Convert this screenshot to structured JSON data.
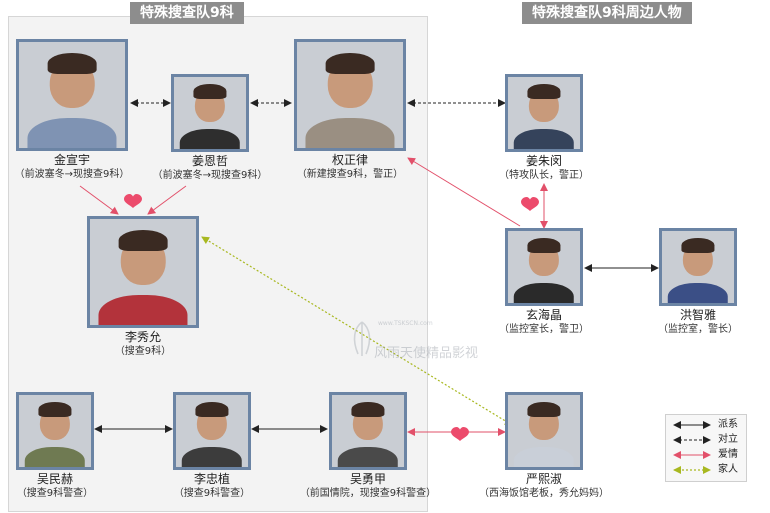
{
  "sections": {
    "team": "特殊搜查队9科",
    "around": "特殊搜查队9科周边人物"
  },
  "people": {
    "kim": {
      "name": "金宣宇",
      "role": "（前波塞冬→现搜查9科）"
    },
    "kang": {
      "name": "姜恩哲",
      "role": "（前波塞冬→现搜查9科）"
    },
    "kwon": {
      "name": "权正律",
      "role": "（新建搜查9科，警正）"
    },
    "lee_soo": {
      "name": "李秀允",
      "role": "（搜查9科）"
    },
    "oh_min": {
      "name": "吴民赫",
      "role": "（搜查9科警查）"
    },
    "lee_chung": {
      "name": "李忠植",
      "role": "（搜查9科警查）"
    },
    "oh_yong": {
      "name": "吴勇甲",
      "role": "（前国情院，现搜查9科警查）"
    },
    "jiang": {
      "name": "姜朱闵",
      "role": "（特攻队长，警正）"
    },
    "hyun": {
      "name": "玄海晶",
      "role": "（监控室长，警卫）"
    },
    "hong": {
      "name": "洪智雅",
      "role": "（监控室，警长）"
    },
    "yan": {
      "name": "严熙淑",
      "role": "（西海饭馆老板，秀允妈妈）"
    }
  },
  "legend": {
    "faction": "派系",
    "rival": "对立",
    "love": "爱情",
    "family": "家人"
  },
  "colors": {
    "faction": "#222222",
    "rival": "#222222",
    "love": "#e2506a",
    "family": "#a8b820",
    "heart": "#ec4b6c"
  },
  "watermark": {
    "url": "www.TSKSCN.com",
    "text": "风雨天使精品影视"
  }
}
